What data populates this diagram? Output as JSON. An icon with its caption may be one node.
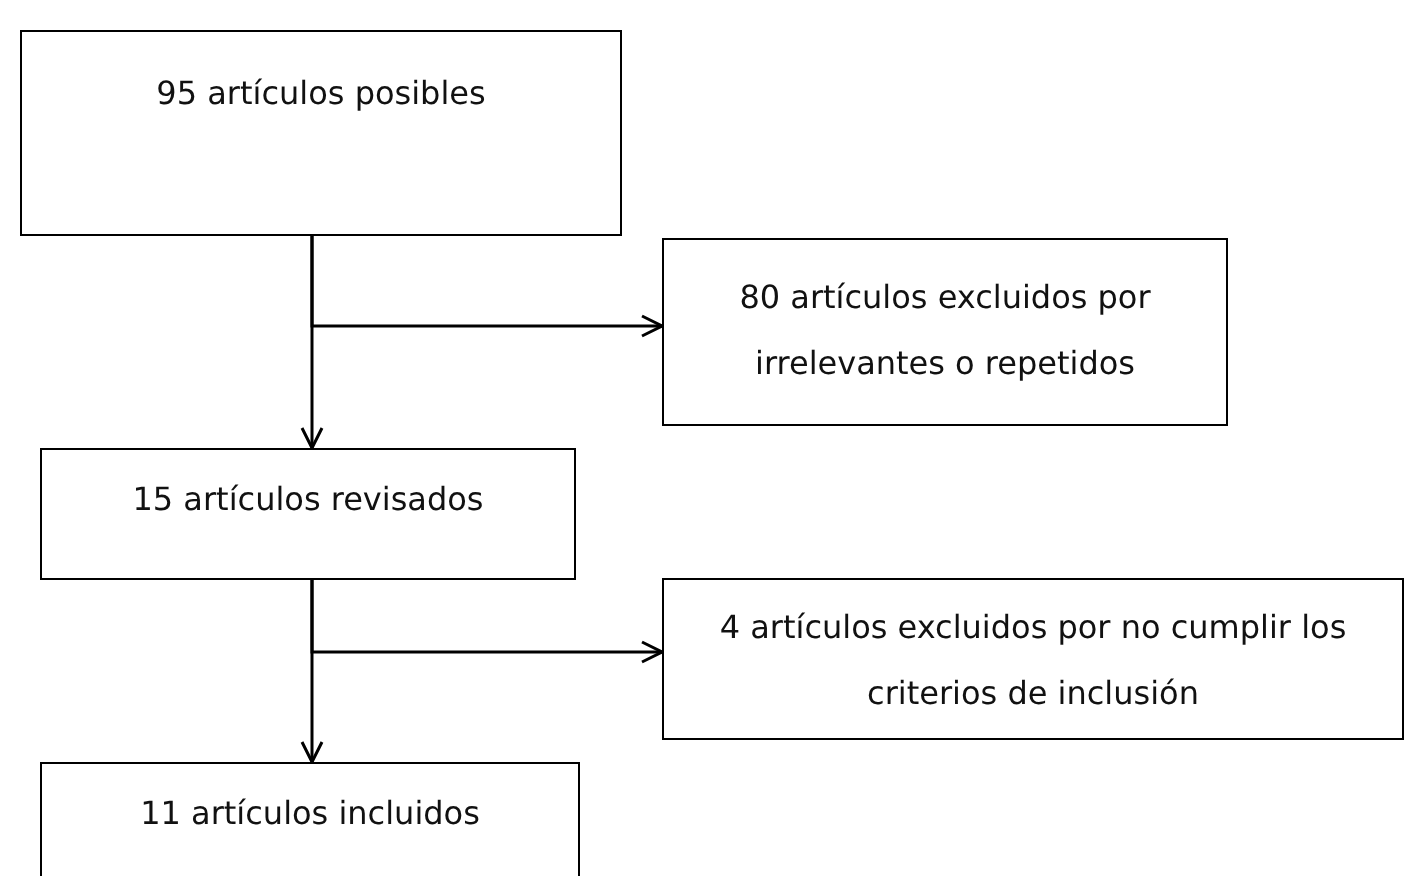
{
  "diagram": {
    "nodes": [
      {
        "text": [
          "95 artículos posibles"
        ]
      },
      {
        "text": [
          "80 artículos excluidos por irrelevantes o repetidos"
        ]
      },
      {
        "text": [
          "15 artículos revisados"
        ]
      },
      {
        "text": [
          "4 artículos excluidos por no cumplir los criterios de inclusión"
        ]
      },
      {
        "text": [
          "11 artículos incluidos"
        ]
      }
    ],
    "edges": [
      {
        "from": 0,
        "to": 1,
        "arrow": "to"
      },
      {
        "from": 0,
        "to": 2,
        "arrow": "to"
      },
      {
        "from": 2,
        "to": 3,
        "arrow": "to"
      },
      {
        "from": 2,
        "to": 4,
        "arrow": "to"
      }
    ]
  }
}
